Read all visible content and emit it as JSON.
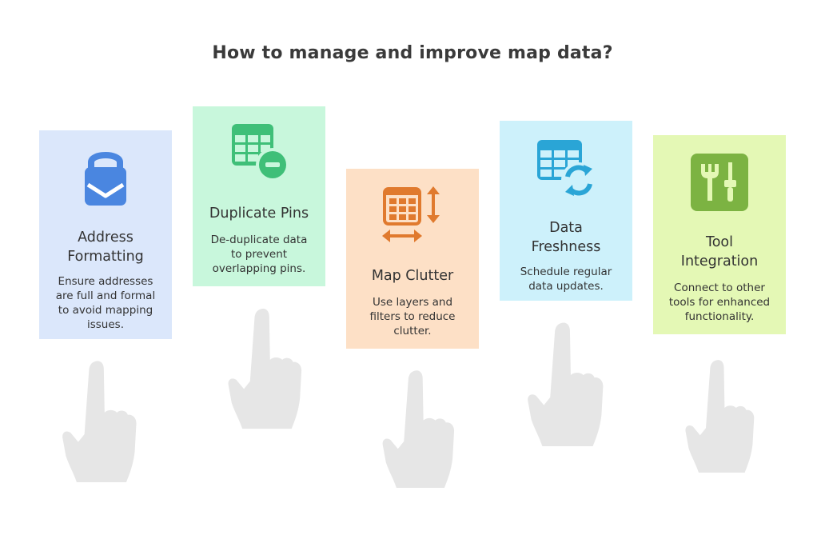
{
  "title": "How to manage and improve map data?",
  "colors": {
    "blue_bg": "#dbe7fb",
    "blue_icon": "#4a86e0",
    "green_bg": "#c8f7dc",
    "green_icon": "#3fbf78",
    "orange_bg": "#fde0c6",
    "orange_icon": "#e07a2e",
    "cyan_bg": "#cdf1fb",
    "cyan_icon": "#2aa5d6",
    "lime_bg": "#e4f8b5",
    "lime_icon": "#7cb342",
    "hand": "#e6e6e6"
  },
  "cards": [
    {
      "title": [
        "Address",
        "Formatting"
      ],
      "description": [
        "Ensure addresses",
        "are full and formal",
        "to avoid mapping",
        "issues."
      ],
      "icon": "envelope-lock-icon"
    },
    {
      "title": [
        "Duplicate Pins"
      ],
      "description": [
        "De-duplicate data",
        "to prevent",
        "overlapping pins."
      ],
      "icon": "table-minus-icon"
    },
    {
      "title": [
        "Map Clutter"
      ],
      "description": [
        "Use layers and",
        "filters to reduce",
        "clutter."
      ],
      "icon": "table-resize-icon"
    },
    {
      "title": [
        "Data",
        "Freshness"
      ],
      "description": [
        "Schedule regular",
        "data updates."
      ],
      "icon": "table-refresh-icon"
    },
    {
      "title": [
        "Tool",
        "Integration"
      ],
      "description": [
        "Connect to other",
        "tools for enhanced",
        "functionality."
      ],
      "icon": "tools-icon"
    }
  ]
}
